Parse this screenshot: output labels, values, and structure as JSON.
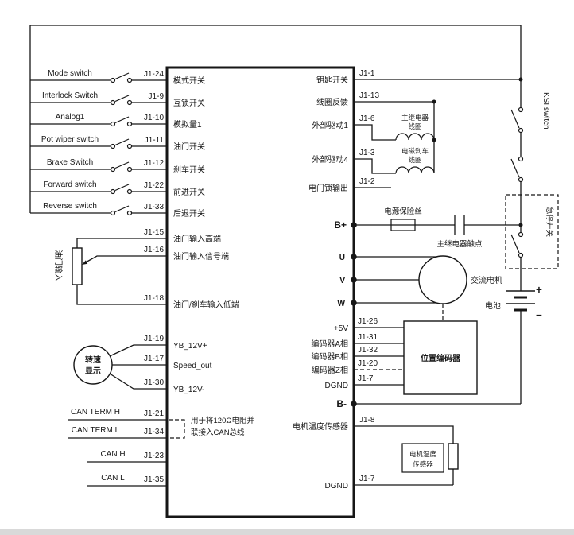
{
  "diagram_title": "AC motor controller wiring diagram",
  "colors": {
    "wire": "#161616",
    "background": "#ffffff",
    "bottom_bar": "#d9d9d9"
  },
  "left_switch_rows": [
    {
      "label": "Mode switch",
      "pin": "J1-24",
      "signal": "模式开关"
    },
    {
      "label": "Interlock Switch",
      "pin": "J1-9",
      "signal": "互锁开关"
    },
    {
      "label": "Analog1",
      "pin": "J1-10",
      "signal": "模拟量1"
    },
    {
      "label": "Pot wiper switch",
      "pin": "J1-11",
      "signal": "油门开关"
    },
    {
      "label": "Brake Switch",
      "pin": "J1-12",
      "signal": "刹车开关"
    },
    {
      "label": "Forward switch",
      "pin": "J1-22",
      "signal": "前进开关"
    },
    {
      "label": "Reverse switch",
      "pin": "J1-33",
      "signal": "后退开关"
    }
  ],
  "throttle": {
    "rotated_label": "油门输入",
    "rows": [
      {
        "pin": "J1-15",
        "signal": "油门输入高端"
      },
      {
        "pin": "J1-16",
        "signal": "油门输入信号端"
      },
      {
        "pin": "J1-18",
        "signal": "油门/刹车输入低端"
      }
    ]
  },
  "speed_display": {
    "line1": "转速",
    "line2": "显示",
    "rows": [
      {
        "pin": "J1-19",
        "signal": "YB_12V+"
      },
      {
        "pin": "J1-17",
        "signal": "Speed_out"
      },
      {
        "pin": "J1-30",
        "signal": "YB_12V-"
      }
    ]
  },
  "can": {
    "rows": [
      {
        "label": "CAN TERM H",
        "pin": "J1-21"
      },
      {
        "label": "CAN TERM L",
        "pin": "J1-34"
      },
      {
        "label": "CAN H",
        "pin": "J1-23"
      },
      {
        "label": "CAN L",
        "pin": "J1-35"
      }
    ],
    "note_line1": "用于将120Ω电阻并",
    "note_line2": "联接入CAN总线"
  },
  "right": {
    "key_switch": {
      "signal": "钥匙开关",
      "pin": "J1-1"
    },
    "coil_feedback": {
      "signal": "线圈反馈",
      "pin": "J1-13"
    },
    "driver1": {
      "signal": "外部驱动1",
      "pin": "J1-6",
      "coil_line1": "主继电器",
      "coil_line2": "线圈"
    },
    "driver4": {
      "signal": "外部驱动4",
      "pin": "J1-3",
      "coil_line1": "电磁刹车",
      "coil_line2": "线圈"
    },
    "lock_output": {
      "signal": "电门锁输出",
      "pin": "J1-2"
    },
    "b_plus": {
      "label": "B+",
      "fuse_label": "电源保险丝",
      "contact_label": "主继电器触点"
    },
    "motor": {
      "u": "U",
      "v": "V",
      "w": "W",
      "label": "交流电机"
    },
    "encoder": {
      "box_label": "位置编码器",
      "rows": [
        {
          "signal": "+5V",
          "pin": "J1-26"
        },
        {
          "signal": "编码器A相",
          "pin": "J1-31"
        },
        {
          "signal": "编码器B相",
          "pin": "J1-32"
        },
        {
          "signal": "编码器Z相",
          "pin": "J1-20"
        },
        {
          "signal": "DGND",
          "pin": "J1-7"
        }
      ]
    },
    "b_minus": {
      "label": "B-"
    },
    "temp_sensor": {
      "signal": "电机温度传感器",
      "pin": "J1-8",
      "box_line1": "电机温度",
      "box_line2": "传感器"
    },
    "dgnd2": {
      "signal": "DGND",
      "pin": "J1-7"
    }
  },
  "far_right": {
    "ksi_label": "KSI switch",
    "estop_label": "急停开关",
    "battery_label": "电池",
    "plus": "+",
    "minus": "−"
  }
}
